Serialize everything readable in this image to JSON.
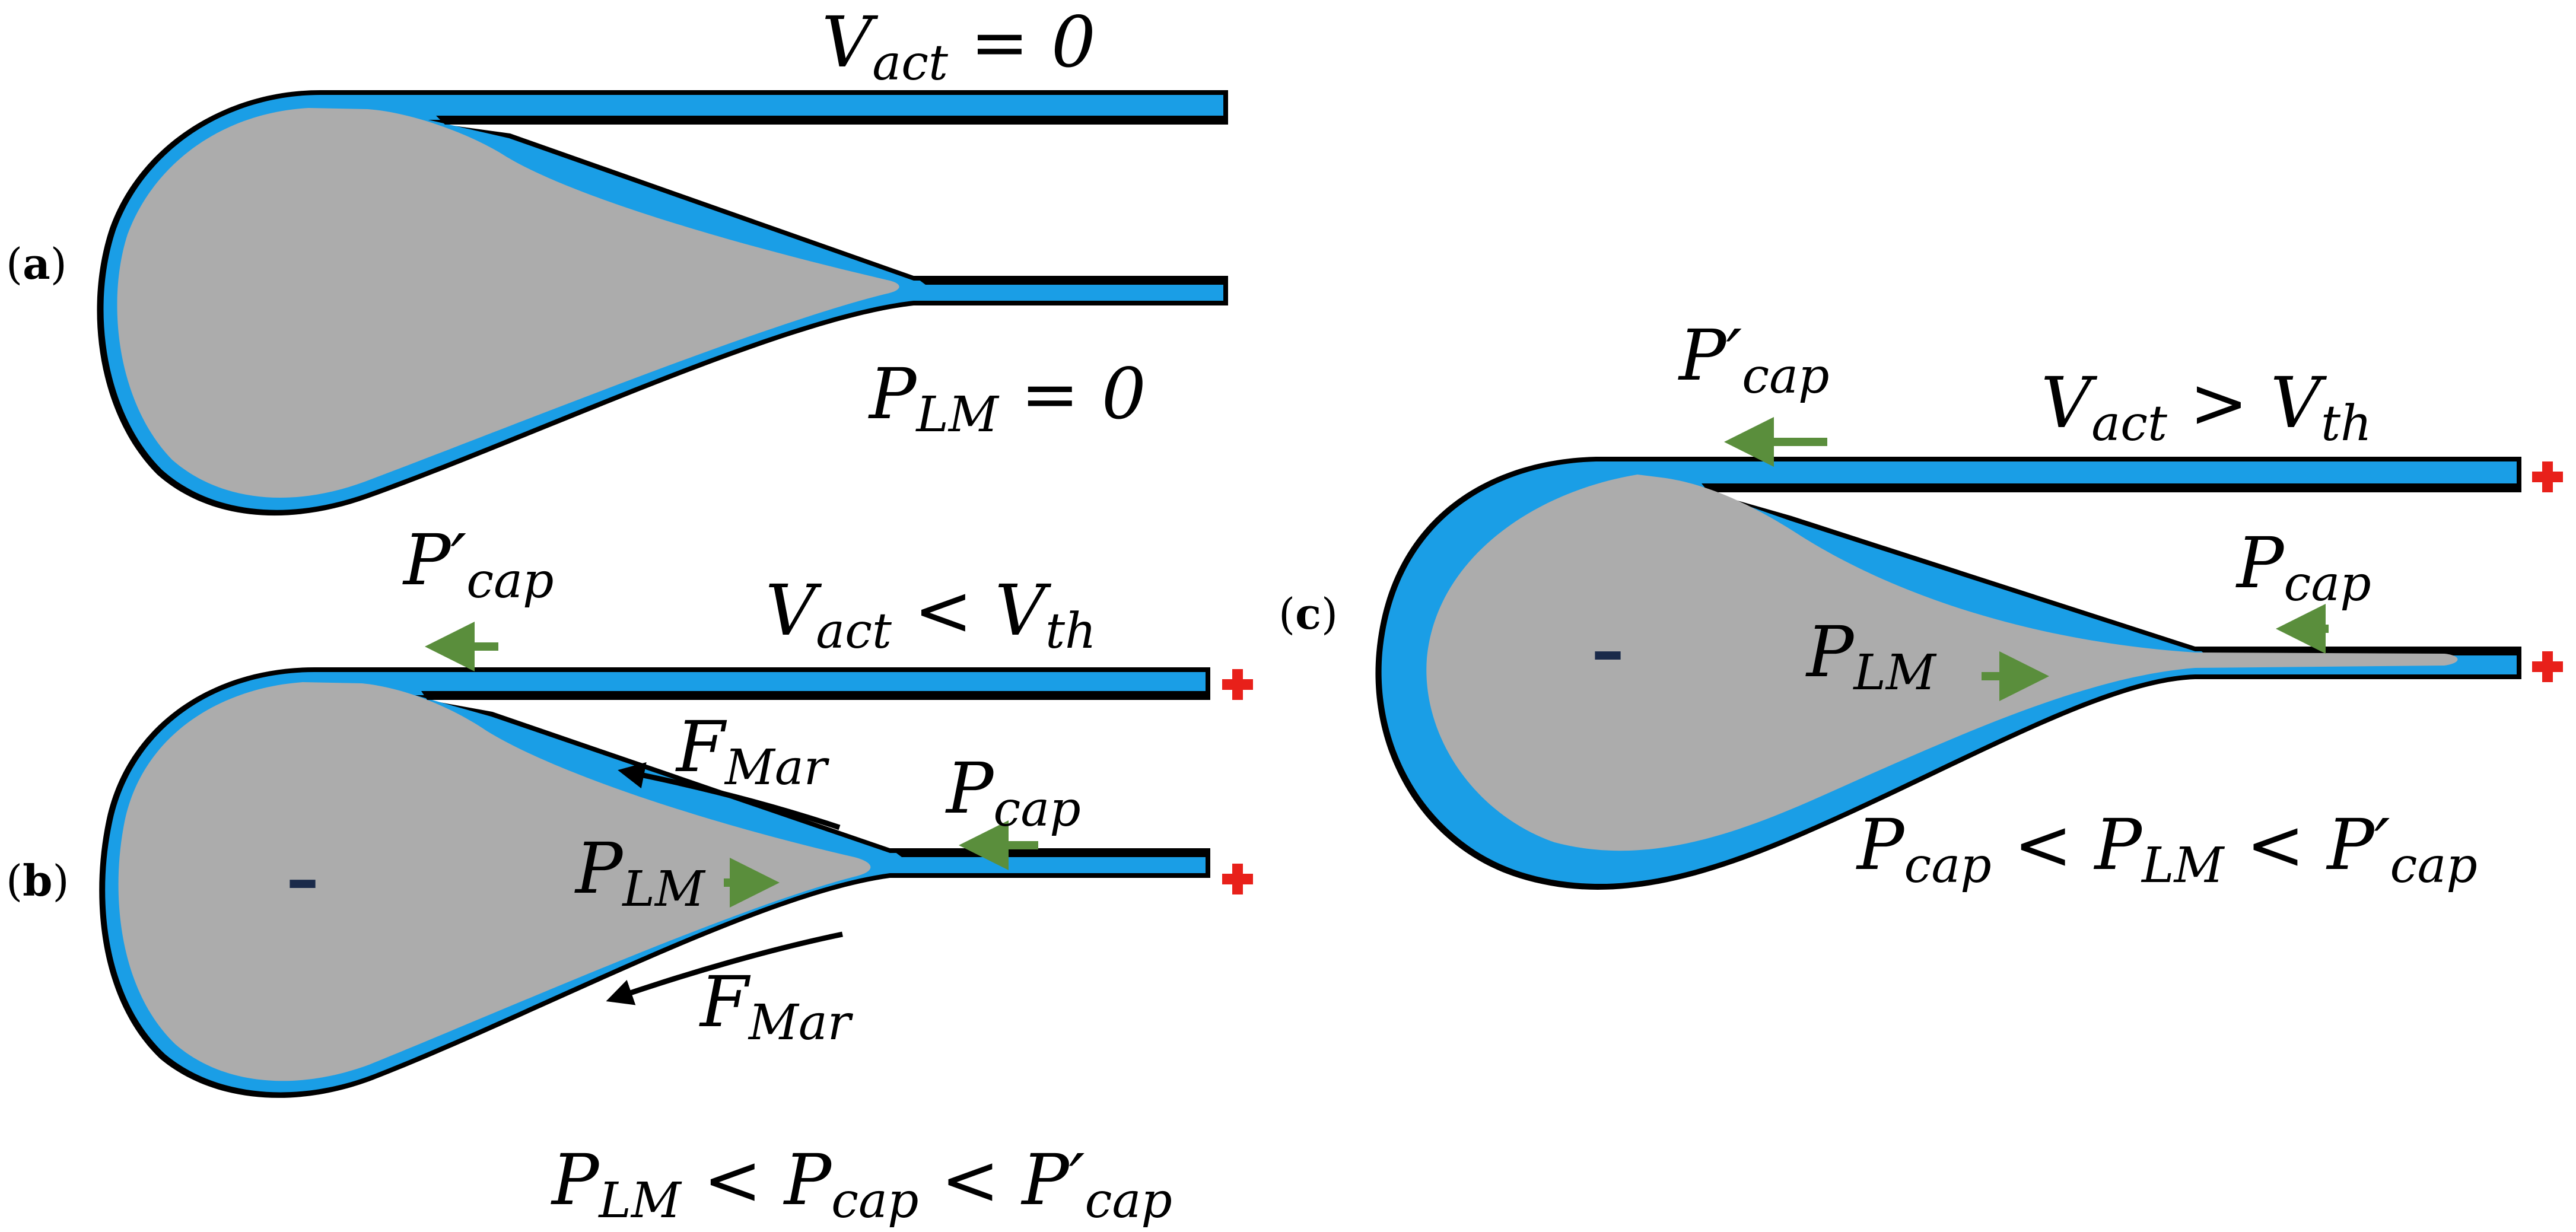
{
  "colors": {
    "wall": "#000000",
    "electrolyte": "#1a9ee6",
    "liquid_metal": "#acacac",
    "pressure_arrow": "#5a8e3c",
    "force_arrow": "#000000",
    "positive_terminal": "#e8201a",
    "negative_sign": "#1a2a4a"
  },
  "icons": {
    "positive": "plus-icon",
    "negative": "minus-icon",
    "arrow": "arrow-icon"
  },
  "panels": {
    "a": {
      "label_open": "(",
      "label_letter": "a",
      "label_close": ")",
      "top_eq": {
        "main": "V",
        "sub": "act",
        "rest": " =  0"
      },
      "bottom_eq": {
        "main": "P",
        "sub": "LM",
        "rest": " =  0"
      }
    },
    "b": {
      "label_open": "(",
      "label_letter": "b",
      "label_close": ")",
      "top_left": {
        "main": "P′",
        "sub": "cap"
      },
      "top_eq": {
        "main": "V",
        "sub": "act",
        "op": " <  ",
        "main2": "V",
        "sub2": "th"
      },
      "f_mar_top": {
        "main": "F",
        "sub": "Mar"
      },
      "f_mar_bottom": {
        "main": "F",
        "sub": "Mar"
      },
      "p_cap": {
        "main": "P",
        "sub": "cap"
      },
      "p_lm": {
        "main": "P",
        "sub": "LM"
      },
      "negative_sign": "–",
      "bottom_eq": {
        "a": "P",
        "a_sub": "LM",
        "op1": " < ",
        "b": "P",
        "b_sub": "cap",
        "op2": " < ",
        "c": "P′",
        "c_sub": "cap"
      }
    },
    "c": {
      "label_open": "(",
      "label_letter": "c",
      "label_close": ")",
      "top_left": {
        "main": "P′",
        "sub": "cap"
      },
      "top_eq": {
        "main": "V",
        "sub": "act",
        "op": "  >  ",
        "main2": "V",
        "sub2": "th"
      },
      "p_cap": {
        "main": "P",
        "sub": "cap"
      },
      "p_lm": {
        "main": "P",
        "sub": "LM"
      },
      "negative_sign": "–",
      "bottom_eq": {
        "a": "P",
        "a_sub": "cap",
        "op1": " < ",
        "b": "P",
        "b_sub": "LM",
        "op2": " < ",
        "c": "P′",
        "c_sub": "cap"
      }
    }
  }
}
